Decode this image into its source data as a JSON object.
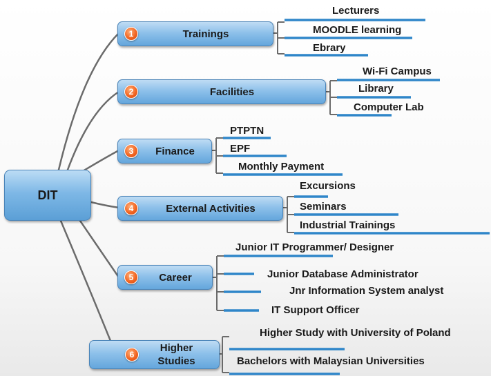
{
  "root": {
    "label": "DIT"
  },
  "branches": [
    {
      "number": "1",
      "label": "Trainings",
      "children": [
        "Lecturers",
        "MOODLE learning",
        "Ebrary"
      ]
    },
    {
      "number": "2",
      "label": "Facilities",
      "children": [
        "Wi-Fi Campus",
        "Library",
        "Computer Lab"
      ]
    },
    {
      "number": "3",
      "label": "Finance",
      "children": [
        "PTPTN",
        "EPF",
        "Monthly Payment"
      ]
    },
    {
      "number": "4",
      "label": "External Activities",
      "children": [
        "Excursions",
        "Seminars",
        "Industrial Trainings"
      ]
    },
    {
      "number": "5",
      "label": "Career",
      "children": [
        "Junior IT Programmer/ Designer",
        "Junior Database Administrator",
        "Jnr Information System analyst",
        "IT Support Officer"
      ]
    },
    {
      "number": "6",
      "label_line1": "Higher",
      "label_line2": "Studies",
      "children": [
        "Higher Study with University of Poland",
        "Bachelors with Malaysian Universities"
      ]
    }
  ],
  "colors": {
    "connector": "#6b6b6b",
    "leaf_underline": "#2f86c9",
    "badge": "#f26522",
    "box": "#7eb8e6"
  }
}
